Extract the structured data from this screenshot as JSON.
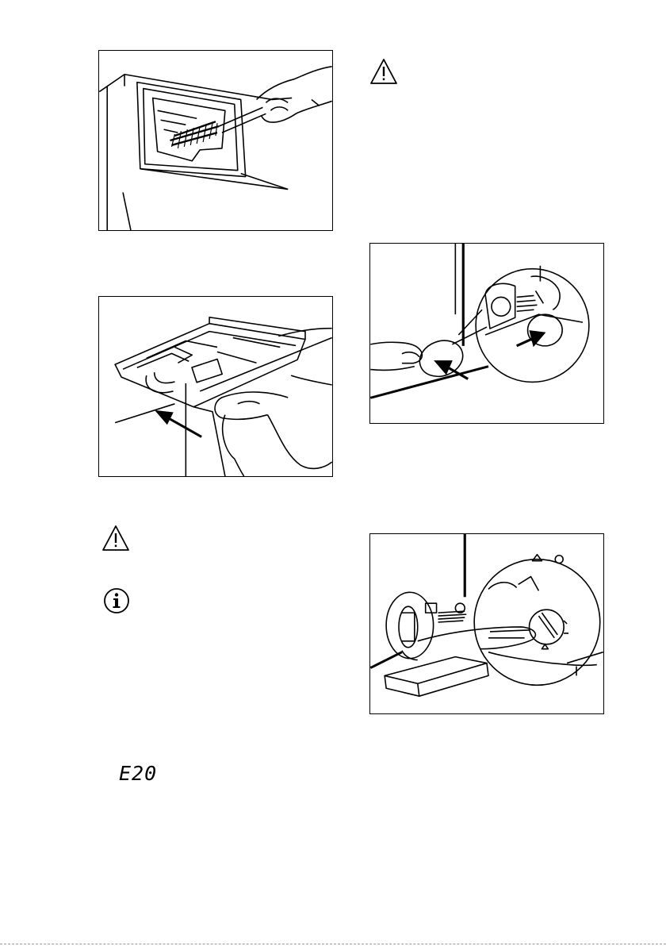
{
  "page": {
    "figures": [
      {
        "name": "figure-dispenser-recess-brush"
      },
      {
        "name": "figure-detergent-drawer-insert"
      },
      {
        "name": "figure-filter-cover-removal"
      },
      {
        "name": "figure-drain-filter-turn"
      }
    ],
    "icons": {
      "warning_top_right": "warning-triangle-icon",
      "warning_left": "warning-triangle-icon",
      "info_left": "info-circle-icon"
    },
    "display": {
      "error_code": "E20"
    }
  }
}
